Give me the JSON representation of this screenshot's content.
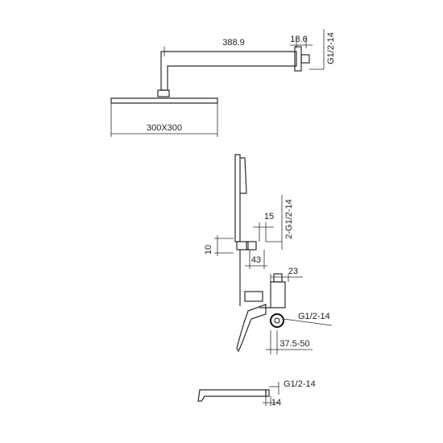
{
  "dimensions": {
    "arm_length": "388.9",
    "arm_offset": "18.6",
    "arm_thread": "G1/2-14",
    "head_size": "300X300",
    "holder_width": "15",
    "holder_thread": "2-G1/2-14",
    "holder_depth": "43",
    "holder_height": "10",
    "valve_width": "23",
    "valve_thread": "G1/2-14",
    "valve_depth": "37.5-50",
    "spout_thread": "G1/2-14",
    "spout_depth": "14"
  }
}
